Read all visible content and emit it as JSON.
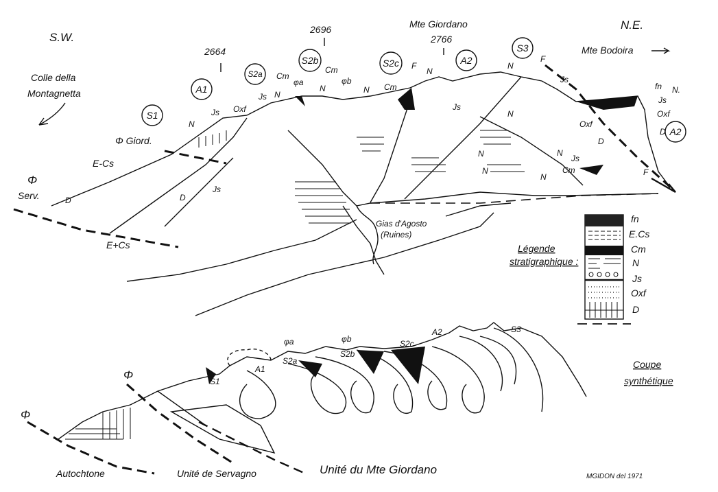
{
  "panorama": {
    "orientation_left": "S.W.",
    "orientation_right": "N.E.",
    "colle_line1": "Colle della",
    "colle_line2": "Montagnetta",
    "alt_2664": "2664",
    "alt_2696": "2696",
    "mte_giordano": "Mte Giordano",
    "alt_2766": "2766",
    "mte_bodoira": "Mte Bodoira",
    "circled": [
      "S1",
      "A1",
      "S2a",
      "S2b",
      "S2c",
      "A2",
      "S3",
      "A2"
    ],
    "phi_giord": "Φ Giord.",
    "phi": "Φ",
    "serv": "Serv.",
    "e_cs": "E-Cs",
    "e_plus_cs": "E+Cs",
    "gias_line1": "Gias d'Agosto",
    "gias_line2": "(Ruines)",
    "labels": {
      "js": "Js",
      "oxf": "Oxf",
      "n": "N",
      "cm": "Cm",
      "phi_a": "φa",
      "phi_b": "φb",
      "f": "F",
      "d": "D",
      "fn": "fn",
      "n_dot": "N."
    }
  },
  "legend": {
    "title_line1": "Légende",
    "title_line2": "stratigraphique :",
    "units": [
      "fn",
      "E.Cs",
      "Cm",
      "N",
      "Js",
      "Oxf",
      "D"
    ]
  },
  "section": {
    "title_line1": "Coupe",
    "title_line2": "synthétique",
    "labels": [
      "φa",
      "S2a",
      "φb",
      "S2b",
      "S2c",
      "A2",
      "S3",
      "A1",
      "S1",
      "Φ",
      "Φ"
    ],
    "units": [
      "Autochtone",
      "Unité de Servagno",
      "Unité du Mte Giordano"
    ],
    "signature": "MGIDON del 1971"
  }
}
